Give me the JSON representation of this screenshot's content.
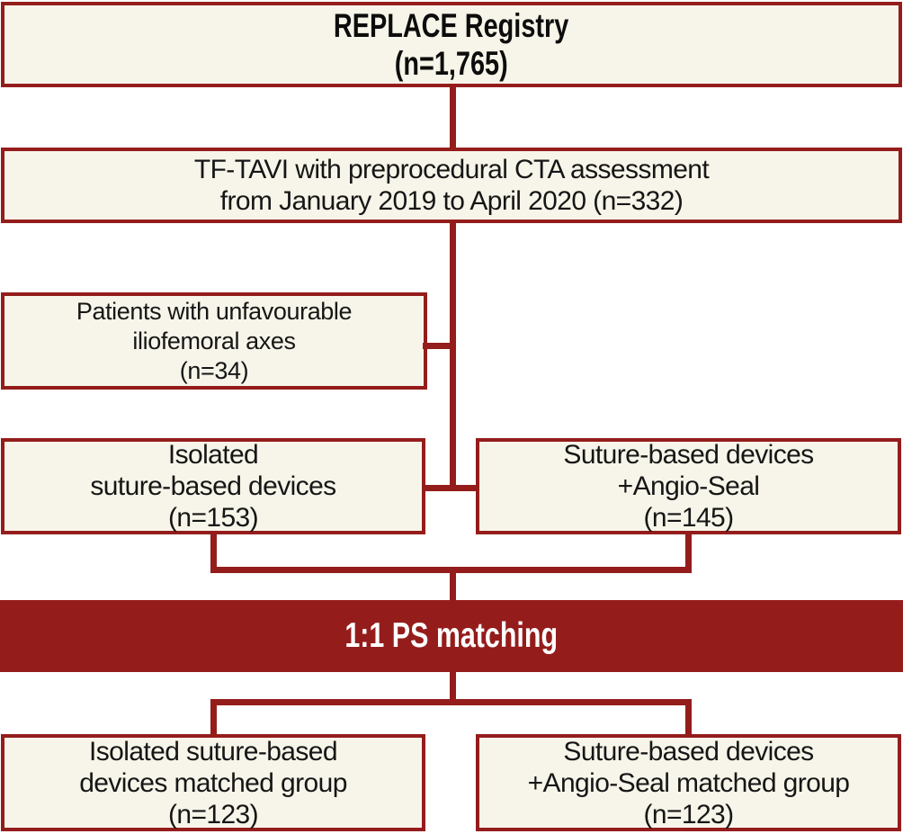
{
  "colors": {
    "red": "#941d1c",
    "cream": "#f7f5e9",
    "text": "#161616",
    "banner_text": "#ffffff",
    "background": "#ffffff"
  },
  "flow": {
    "registry": {
      "lines": [
        "REPLACE Registry",
        "(n=1,765)"
      ]
    },
    "tf_tavi": {
      "lines": [
        "TF-TAVI with preprocedural CTA assessment",
        "from January 2019 to April 2020 (n=332)"
      ]
    },
    "exclusion": {
      "lines": [
        "Patients with unfavourable",
        "iliofemoral axes",
        "(n=34)"
      ]
    },
    "isolated": {
      "lines": [
        "Isolated",
        "suture-based devices",
        "(n=153)"
      ]
    },
    "angio_seal": {
      "lines": [
        "Suture-based devices",
        "+Angio-Seal",
        "(n=145)"
      ]
    },
    "matching_banner": {
      "label": "1:1 PS matching"
    },
    "isolated_matched": {
      "lines": [
        "Isolated suture-based",
        "devices matched group",
        "(n=123)"
      ]
    },
    "angio_seal_matched": {
      "lines": [
        "Suture-based devices",
        "+Angio-Seal matched group",
        "(n=123)"
      ]
    }
  }
}
